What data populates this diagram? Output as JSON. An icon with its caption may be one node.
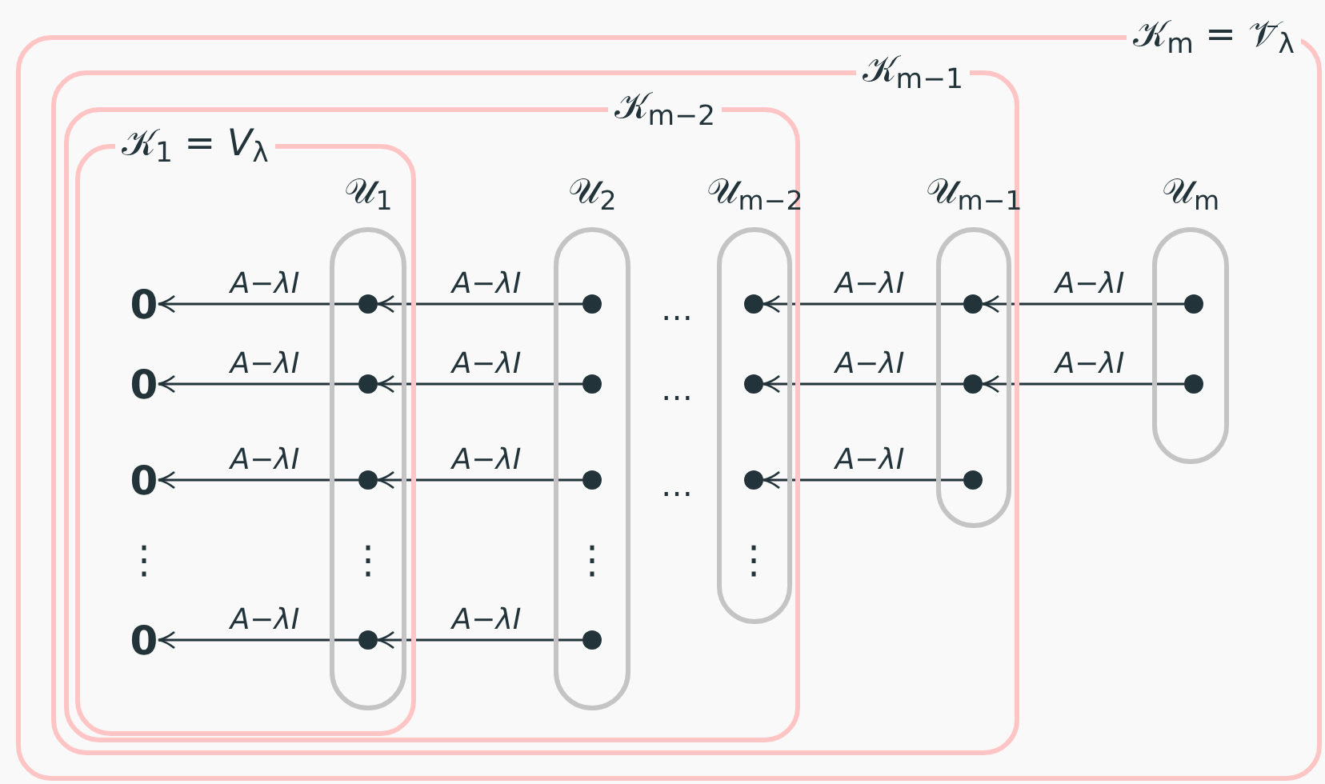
{
  "diagram": {
    "nodes": [
      {
        "text": [
          "𝒦$_{m}$ = 𝒱̄$_{λ}$"
        ]
      },
      {
        "text": [
          "𝒦$_{m−1}$"
        ],
        "in": 0
      },
      {
        "text": [
          "𝒦$_{m−2}$"
        ],
        "in": 1
      },
      {
        "text": [
          "𝒦$_{1}$ = *V*$_{λ}$"
        ],
        "in": 2
      },
      {
        "text": [
          "𝒰$_{1}$"
        ],
        "in": 3
      },
      {
        "text": [
          "𝒰$_{2}$"
        ],
        "in": 2
      },
      {
        "text": [
          "𝒰$_{m−2}$"
        ],
        "in": 2
      },
      {
        "text": [
          "𝒰$_{m−1}$"
        ],
        "in": 1
      },
      {
        "text": [
          "𝒰$_{m}$"
        ],
        "in": 0
      },
      {
        "text": [
          "0"
        ],
        "in": 3
      },
      {
        "text": [
          "0"
        ],
        "in": 3
      },
      {
        "text": [
          "0"
        ],
        "in": 3
      },
      {
        "text": [
          "0"
        ],
        "in": 3
      },
      {
        "text": [],
        "shape": "circle",
        "in": 4
      },
      {
        "text": [],
        "shape": "circle",
        "in": 4
      },
      {
        "text": [],
        "shape": "circle",
        "in": 4
      },
      {
        "text": [],
        "shape": "circle",
        "in": 4
      },
      {
        "text": [],
        "shape": "circle",
        "in": 5
      },
      {
        "text": [],
        "shape": "circle",
        "in": 5
      },
      {
        "text": [],
        "shape": "circle",
        "in": 5
      },
      {
        "text": [],
        "shape": "circle",
        "in": 5
      },
      {
        "text": [],
        "shape": "circle",
        "in": 6
      },
      {
        "text": [],
        "shape": "circle",
        "in": 6
      },
      {
        "text": [],
        "shape": "circle",
        "in": 6
      },
      {
        "text": [],
        "shape": "circle",
        "in": 7
      },
      {
        "text": [],
        "shape": "circle",
        "in": 7
      },
      {
        "text": [],
        "shape": "circle",
        "in": 7
      },
      {
        "text": [],
        "shape": "circle",
        "in": 8
      },
      {
        "text": [],
        "shape": "circle",
        "in": 8
      }
    ],
    "edges": [
      {
        "from": 13,
        "to": 9,
        "arrow": "to",
        "label": "A−λI"
      },
      {
        "from": 14,
        "to": 10,
        "arrow": "to",
        "label": "A−λI"
      },
      {
        "from": 15,
        "to": 11,
        "arrow": "to",
        "label": "A−λI"
      },
      {
        "from": 16,
        "to": 12,
        "arrow": "to",
        "label": "A−λI"
      },
      {
        "from": 17,
        "to": 13,
        "arrow": "to",
        "label": "A−λI"
      },
      {
        "from": 18,
        "to": 14,
        "arrow": "to",
        "label": "A−λI"
      },
      {
        "from": 19,
        "to": 15,
        "arrow": "to",
        "label": "A−λI"
      },
      {
        "from": 20,
        "to": 16,
        "arrow": "to",
        "label": "A−λI"
      },
      {
        "from": 24,
        "to": 21,
        "arrow": "to",
        "label": "A−λI"
      },
      {
        "from": 25,
        "to": 22,
        "arrow": "to",
        "label": "A−λI"
      },
      {
        "from": 26,
        "to": 23,
        "arrow": "to",
        "label": "A−λI"
      },
      {
        "from": 27,
        "to": 24,
        "arrow": "to",
        "label": "A−λI"
      },
      {
        "from": 28,
        "to": 25,
        "arrow": "to",
        "label": "A−λI"
      }
    ],
    "labels": [
      "…",
      "…",
      "…",
      "⋮",
      "⋮",
      "⋮",
      "⋮"
    ]
  }
}
